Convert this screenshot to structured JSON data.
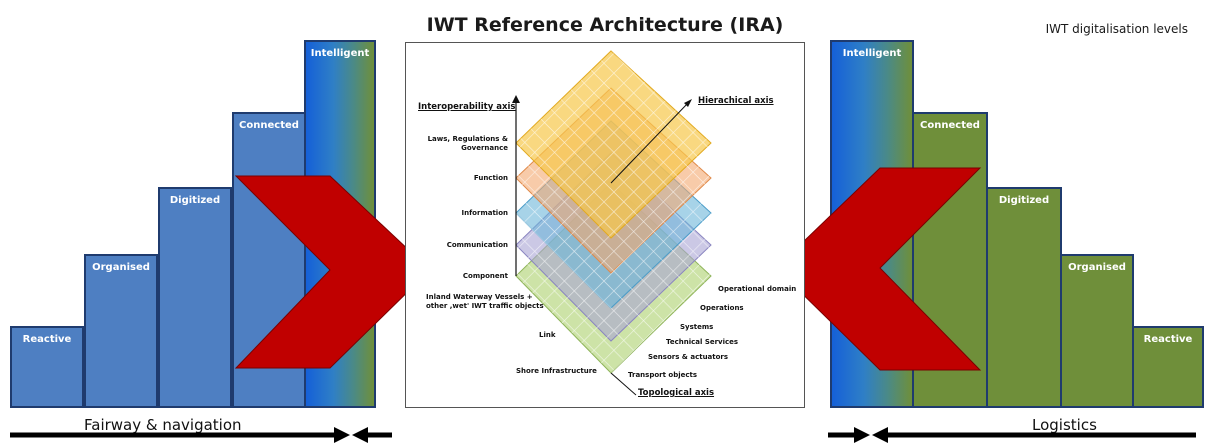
{
  "title": "IWT Reference Architecture (IRA)",
  "digitalisation_label": "IWT digitalisation levels",
  "left_levels": [
    "Reactive",
    "Organised",
    "Digitized",
    "Connected",
    "Intelligent"
  ],
  "right_levels": [
    "Intelligent",
    "Connected",
    "Digitized",
    "Organised",
    "Reactive"
  ],
  "left_bottom_label": "Fairway & navigation",
  "right_bottom_label": "Logistics",
  "ira": {
    "interoperability_axis": "Interoperability axis",
    "hierarchical_axis": "Hierachical axis",
    "topological_axis": "Topological axis",
    "layers": [
      "Laws, Regulations &",
      "Governance",
      "Function",
      "Information",
      "Communication",
      "Component"
    ],
    "vessels": [
      "Inland Waterway Vessels +",
      "other ,wet' IWT traffic objects"
    ],
    "link": "Link",
    "shore": "Shore Infrastructure",
    "hier_levels": [
      "Operational domain",
      "Operations",
      "Systems",
      "Technical Services",
      "Sensors & actuators",
      "Transport objects"
    ]
  },
  "colors": {
    "blue_step": "#4e7fc2",
    "green_step": "#6f8f3a",
    "chevron": "#c00000",
    "gradient_blue": "#1560d8"
  }
}
